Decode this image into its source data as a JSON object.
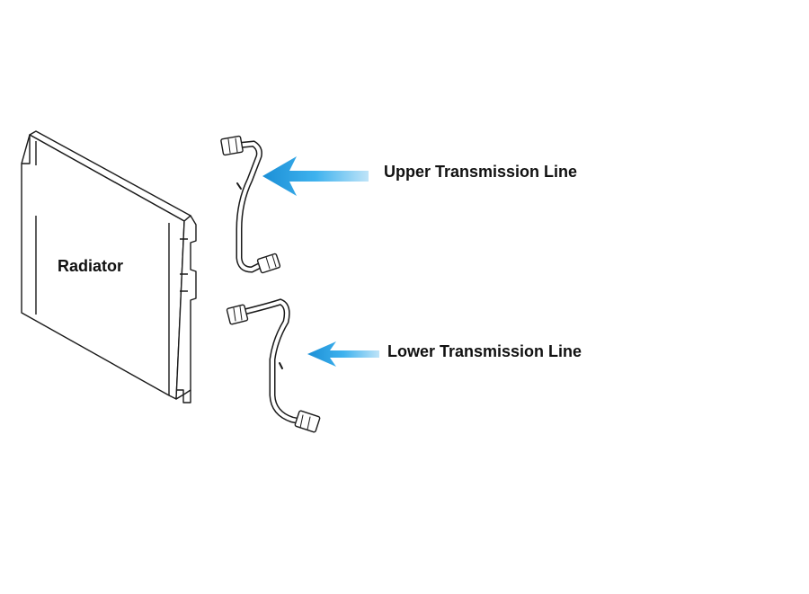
{
  "labels": {
    "radiator": "Radiator",
    "upper_line": "Upper Transmission Line",
    "lower_line": "Lower Transmission Line"
  },
  "colors": {
    "arrow": "#2fa8e6",
    "line_art": "#1a1a1a",
    "background": "#ffffff"
  }
}
